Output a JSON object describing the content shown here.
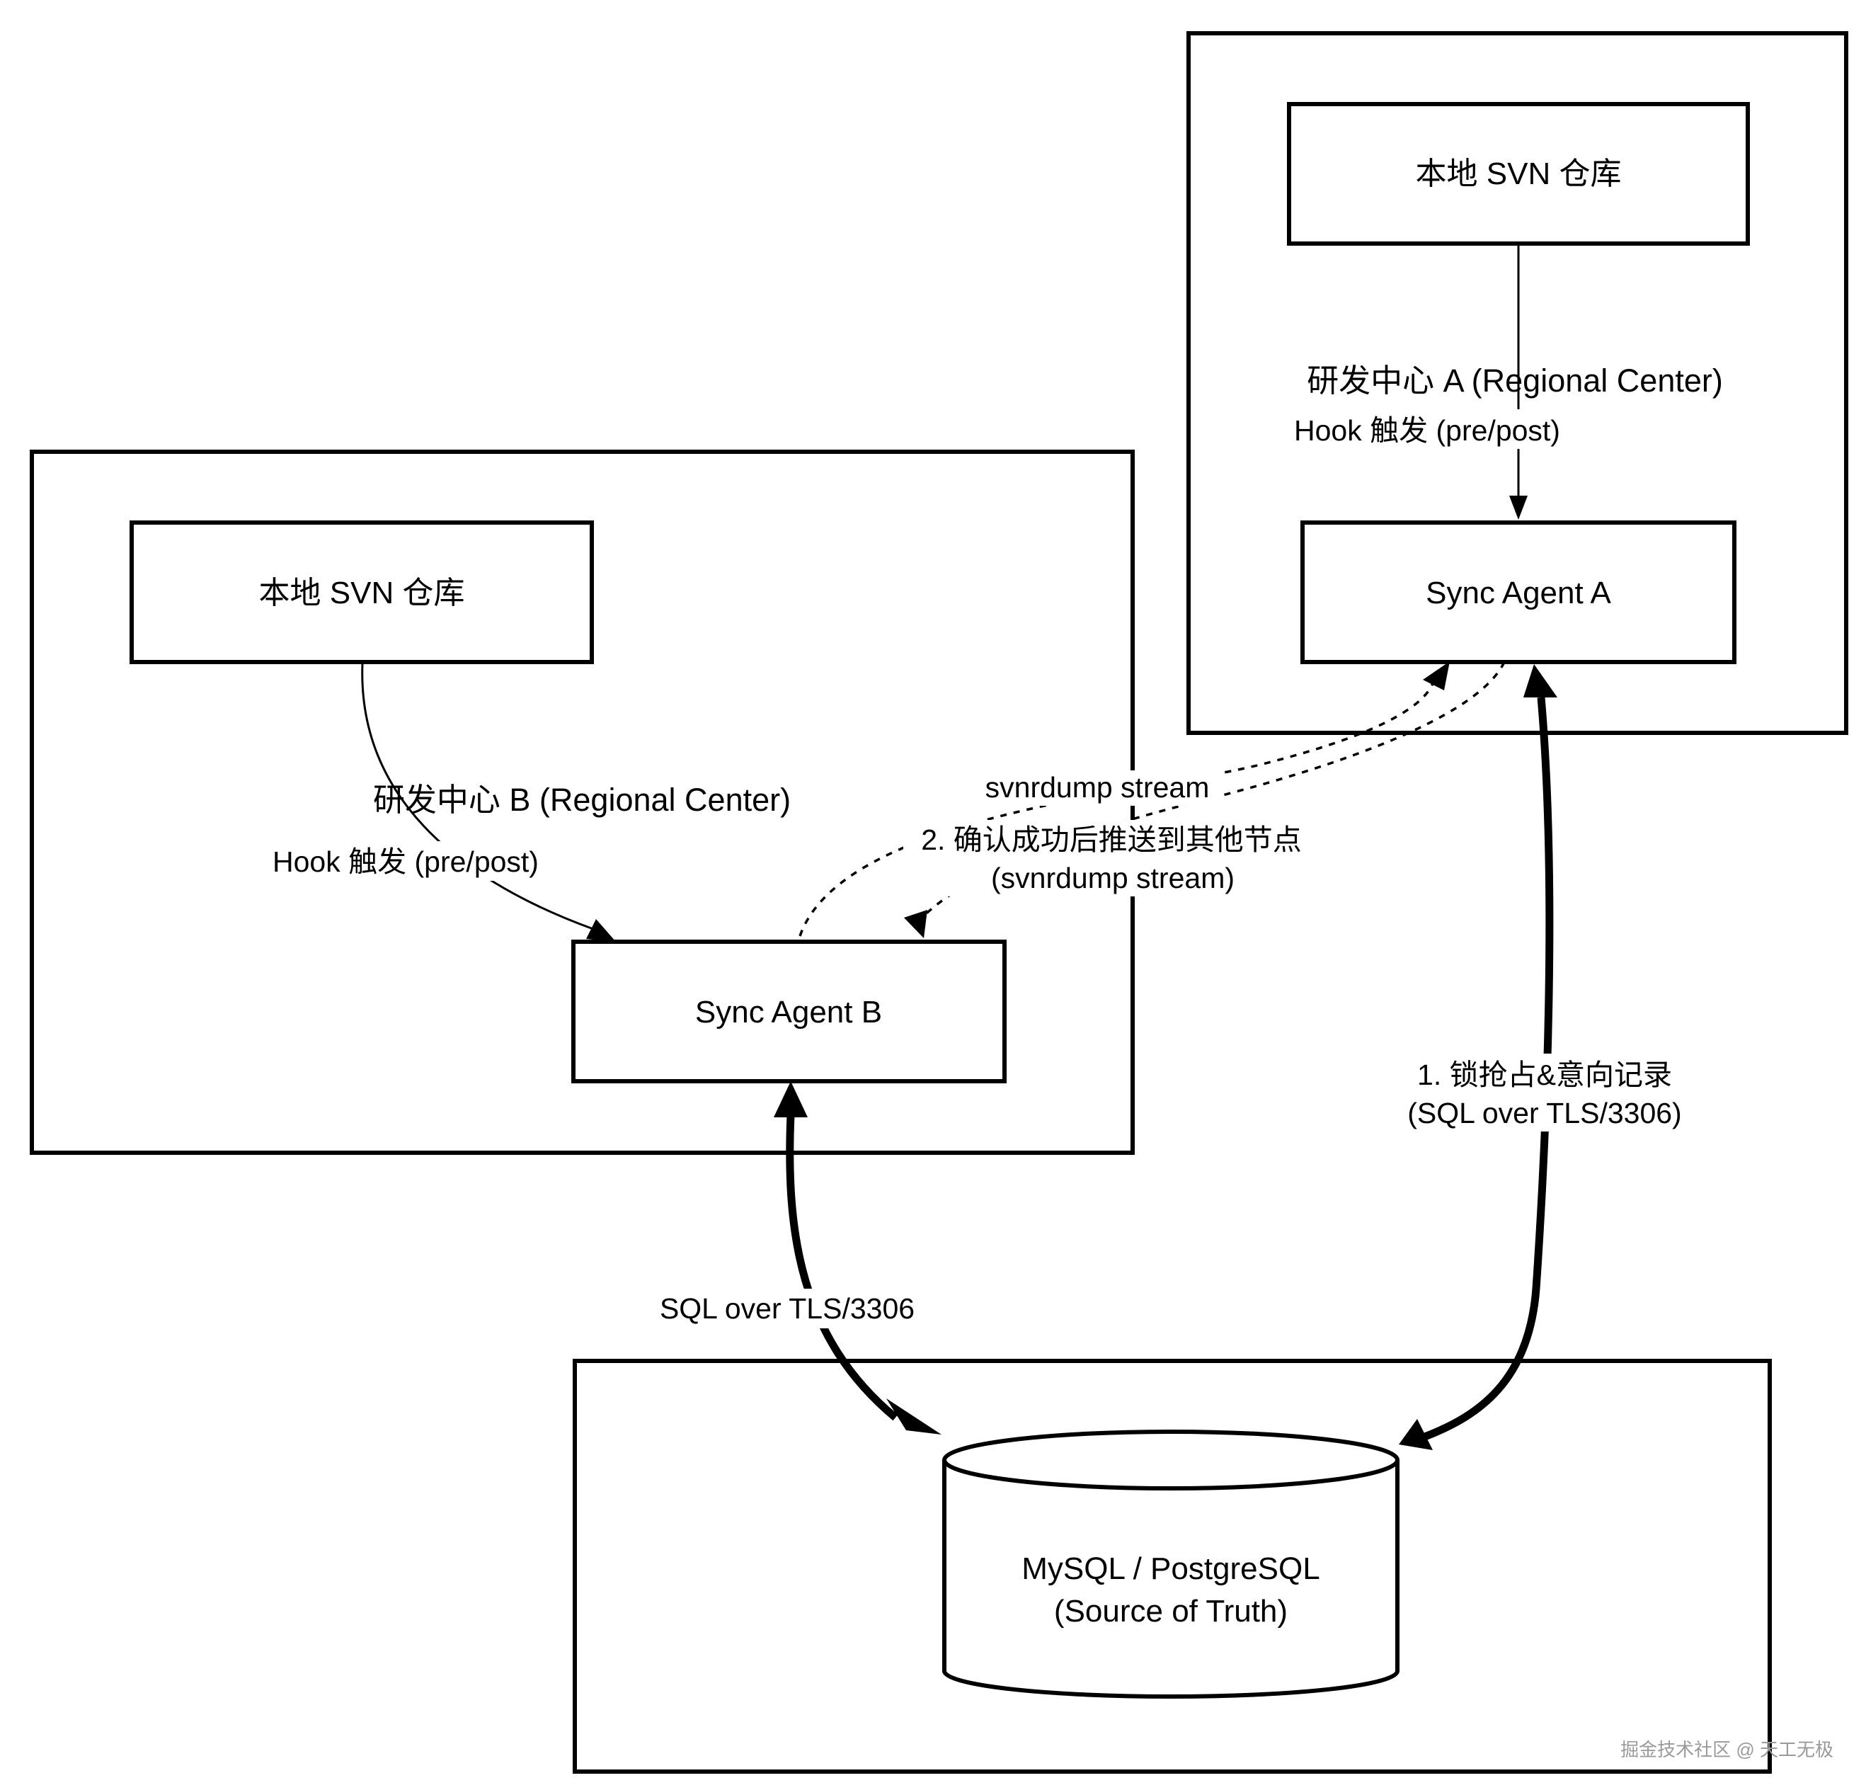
{
  "diagram": {
    "region_a": {
      "label": "研发中心 A (Regional Center)"
    },
    "region_b": {
      "label": "研发中心 B (Regional Center)"
    },
    "region_db": {
      "label": ""
    },
    "nodes": {
      "svn_a": "本地 SVN 仓库",
      "svn_b": "本地 SVN 仓库",
      "agent_a": "Sync Agent A",
      "agent_b": "Sync Agent B",
      "db_line1": "MySQL / PostgreSQL",
      "db_line2": "(Source of Truth)"
    },
    "edges": {
      "hook_a": "Hook 触发 (pre/post)",
      "hook_b": "Hook 触发 (pre/post)",
      "b_to_a_stream": "svnrdump stream",
      "a_to_b_line1": "2. 确认成功后推送到其他节点",
      "a_to_b_line2": "(svnrdump stream)",
      "a_db_line1": "1. 锁抢占&意向记录",
      "a_db_line2": "(SQL over TLS/3306)",
      "b_db": "SQL over TLS/3306"
    },
    "watermark": "掘金技术社区 @ 天工无极"
  }
}
